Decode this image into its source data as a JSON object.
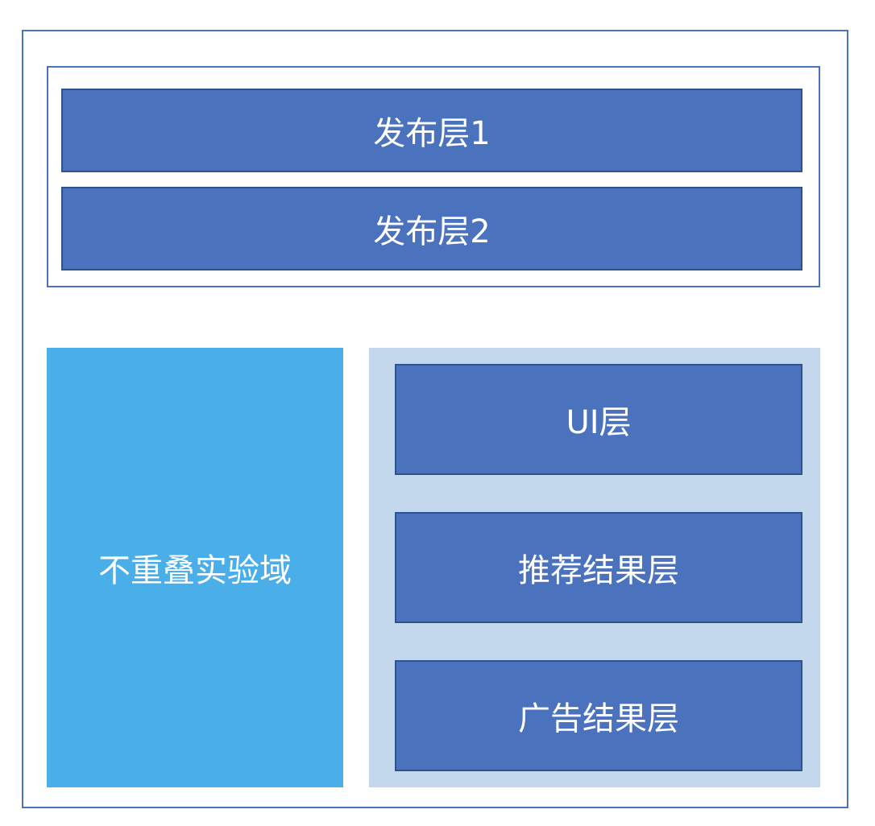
{
  "publish": {
    "layer1": "发布层1",
    "layer2": "发布层2"
  },
  "domain": {
    "label": "不重叠实验域"
  },
  "results": {
    "ui_layer": "UI层",
    "recommend_layer": "推荐结果层",
    "ad_layer": "广告结果层"
  },
  "colors": {
    "layer_fill": "#4a72bd",
    "layer_border": "#2f528f",
    "domain_fill": "#4aaee9",
    "result_group_fill": "#c3d8ec",
    "frame_border": "#4a72bd"
  }
}
